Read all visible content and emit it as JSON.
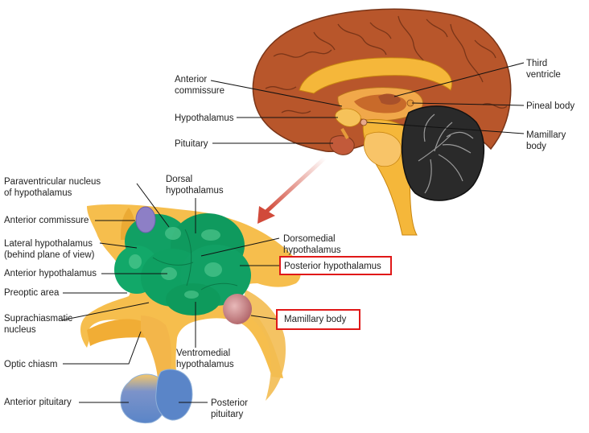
{
  "brain_labels": {
    "anterior_commissure": "Anterior\ncommissure",
    "hypothalamus": "Hypothalamus",
    "pituitary": "Pituitary",
    "third_ventricle": "Third\nventricle",
    "pineal_body": "Pineal body",
    "mamillary_body": "Mamillary\nbody"
  },
  "detail_labels": {
    "paraventricular_nucleus": "Paraventricular nucleus\nof hypothalamus",
    "dorsal_hypothalamus": "Dorsal\nhypothalamus",
    "anterior_commissure": "Anterior commissure",
    "lateral_hypothalamus": "Lateral hypothalamus\n(behind plane of view)",
    "dorsomedial_hypothalamus": "Dorsomedial\nhypothalamus",
    "posterior_hypothalamus": "Posterior hypothalamus",
    "anterior_hypothalamus": "Anterior hypothalamus",
    "preoptic_area": "Preoptic area",
    "suprachiasmatic_nucleus": "Suprachiasmatic\nnucleus",
    "mamillary_body": "Mamillary body",
    "optic_chiasm": "Optic chiasm",
    "ventromedial_hypothalamus": "Ventromedial\nhypothalamus",
    "anterior_pituitary": "Anterior pituitary",
    "posterior_pituitary": "Posterior\npituitary"
  },
  "colors": {
    "cortex": "#b8562b",
    "gold": "#f5b73a",
    "green": "#11a064",
    "purple": "#8d7fc6",
    "blue": "#5a85c8",
    "highlight": "#e01818",
    "arrow": "#d14a3a"
  }
}
